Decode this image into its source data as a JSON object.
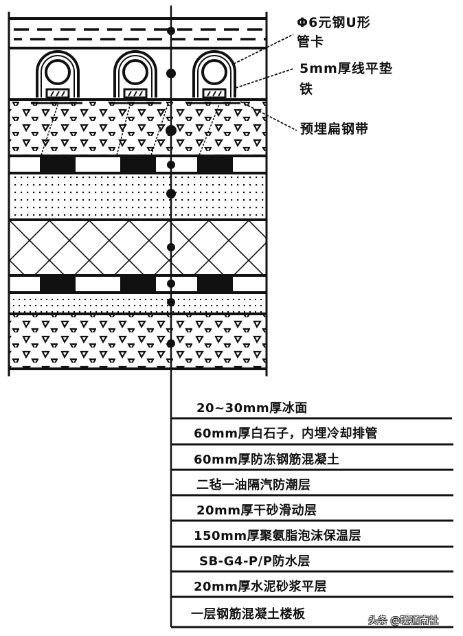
{
  "diagram": {
    "type": "construction-section",
    "subject": "Ice rink floor layer cross-section",
    "callouts": [
      {
        "line1": "Φ6元钢U形",
        "line2": "管卡"
      },
      {
        "line1": "5mm厚线平垫",
        "line2": "铁"
      },
      {
        "line1": "预埋扁钢带",
        "line2": ""
      }
    ],
    "layers": [
      {
        "label": "20~30mm厚冰面",
        "pattern": "dashed-ice"
      },
      {
        "label": "60mm厚白石子，内埋冷却排管",
        "pattern": "pipes-with-u-clamps"
      },
      {
        "label": "60mm厚防冻钢筋混凝土",
        "pattern": "concrete-triangles"
      },
      {
        "label": "二毡一油隔汽防潮层",
        "pattern": "black-white-strip"
      },
      {
        "label": "20mm厚干砂滑动层",
        "pattern": "dotted-sand"
      },
      {
        "label": "150mm厚聚氨脂泡沫保温层",
        "pattern": "cross-hatch-insulation"
      },
      {
        "label": "SB-G4-P/P防水层",
        "pattern": "black-white-strip"
      },
      {
        "label": "20mm厚水泥砂浆平层",
        "pattern": "dotted-sand"
      },
      {
        "label": "一层钢筋混凝土楼板",
        "pattern": "concrete-triangles"
      }
    ],
    "pipe_count": 3,
    "line_color": "#111111",
    "background_color": "#ffffff"
  },
  "watermark": {
    "text": "头条 @暖通南社"
  }
}
